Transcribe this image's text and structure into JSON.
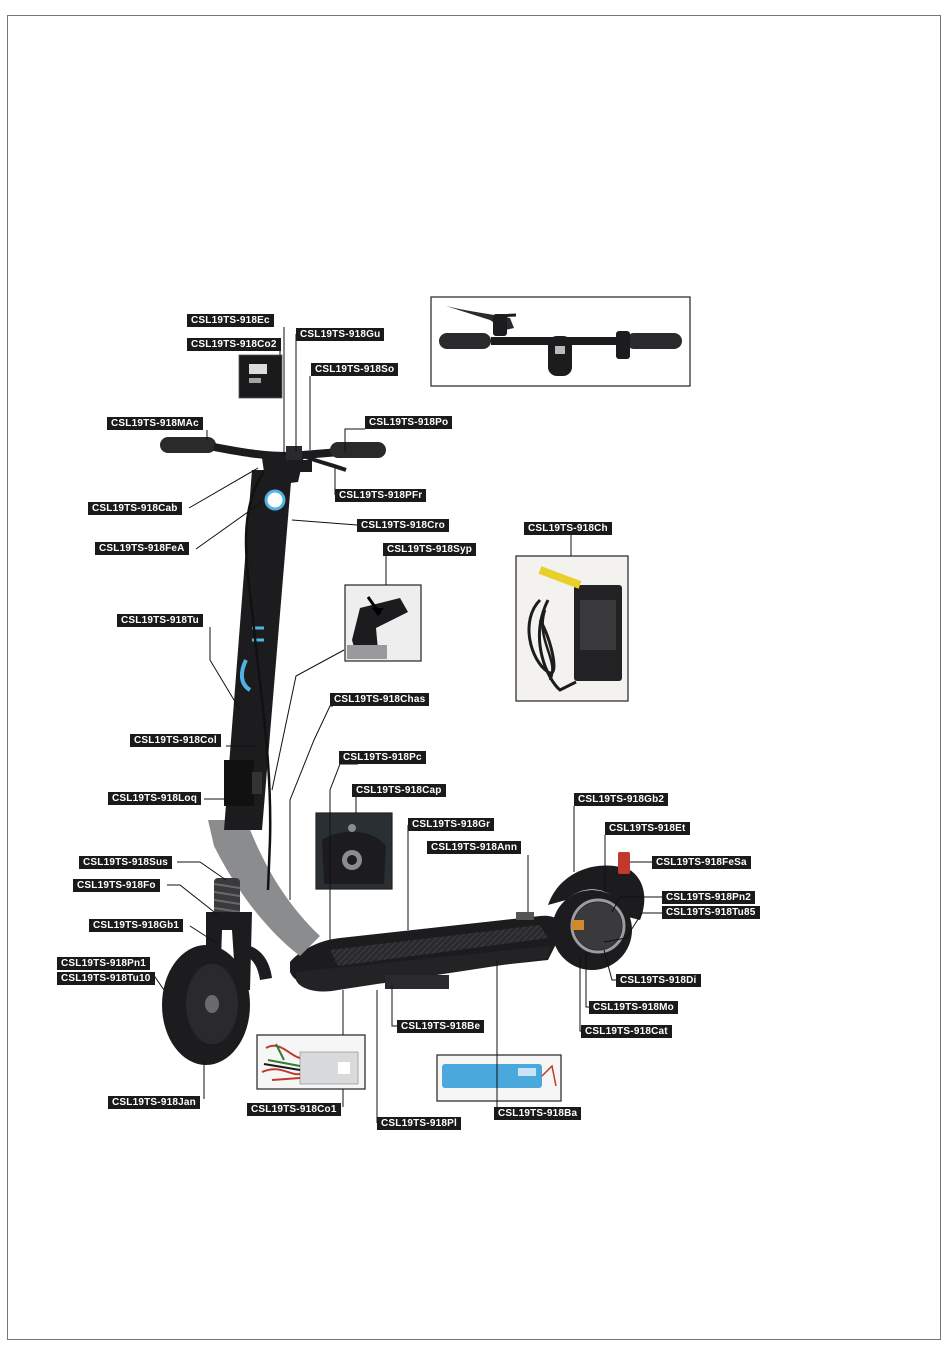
{
  "labels": {
    "ec": "CSL19TS-918Ec",
    "co2": "CSL19TS-918Co2",
    "gu": "CSL19TS-918Gu",
    "so": "CSL19TS-918So",
    "mac": "CSL19TS-918MAc",
    "po": "CSL19TS-918Po",
    "pfr": "CSL19TS-918PFr",
    "cab": "CSL19TS-918Cab",
    "cro": "CSL19TS-918Cro",
    "fea": "CSL19TS-918FeA",
    "ch": "CSL19TS-918Ch",
    "syp": "CSL19TS-918Syp",
    "tu": "CSL19TS-918Tu",
    "chas": "CSL19TS-918Chas",
    "col": "CSL19TS-918Col",
    "pc": "CSL19TS-918Pc",
    "loq": "CSL19TS-918Loq",
    "cap": "CSL19TS-918Cap",
    "gb2": "CSL19TS-918Gb2",
    "gr": "CSL19TS-918Gr",
    "et": "CSL19TS-918Et",
    "ann": "CSL19TS-918Ann",
    "sus": "CSL19TS-918Sus",
    "fesa": "CSL19TS-918FeSa",
    "fo": "CSL19TS-918Fo",
    "pn2": "CSL19TS-918Pn2",
    "tu85": "CSL19TS-918Tu85",
    "gb1": "CSL19TS-918Gb1",
    "pn1": "CSL19TS-918Pn1",
    "tu10": "CSL19TS-918Tu10",
    "di": "CSL19TS-918Di",
    "mo": "CSL19TS-918Mo",
    "be": "CSL19TS-918Be",
    "cat": "CSL19TS-918Cat",
    "jan": "CSL19TS-918Jan",
    "co1": "CSL19TS-918Co1",
    "ba": "CSL19TS-918Ba",
    "pl": "CSL19TS-918Pl"
  },
  "colors": {
    "label_bg": "#1a1a1a",
    "label_text": "#ffffff",
    "scooter_body": "#1c1c1e",
    "scooter_grey": "#8a8c8e",
    "accent_blue": "#4fb3e6",
    "battery_blue": "#4aa8dc"
  }
}
